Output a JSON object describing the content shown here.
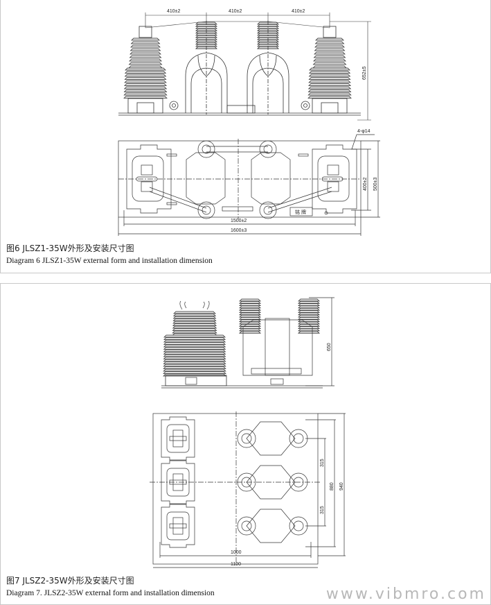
{
  "diagram6": {
    "caption_cn": "图6 JLSZ1-35W外形及安装尺寸图",
    "caption_en": "Diagram 6  JLSZ1-35W external form and installation dimension",
    "dims": {
      "spacing1": "410±2",
      "spacing2": "410±2",
      "spacing3": "410±2",
      "height": "652±5",
      "holes": "4-φ14",
      "inner_depth": "400±2",
      "outer_depth": "500±3",
      "inner_width": "1500±2",
      "outer_width": "1600±3"
    },
    "nameplate": "铭 牌"
  },
  "diagram7": {
    "caption_cn": "图7 JLSZ2-35W外形及安装尺寸图",
    "caption_en": "Diagram 7.  JLSZ2-35W  external form and installation dimension",
    "dims": {
      "height": "650",
      "pitch1": "315",
      "pitch2": "315",
      "inner_depth": "880",
      "outer_depth": "940",
      "inner_width": "1000",
      "outer_width": "1100"
    }
  },
  "watermark": "www.vibmro.com"
}
